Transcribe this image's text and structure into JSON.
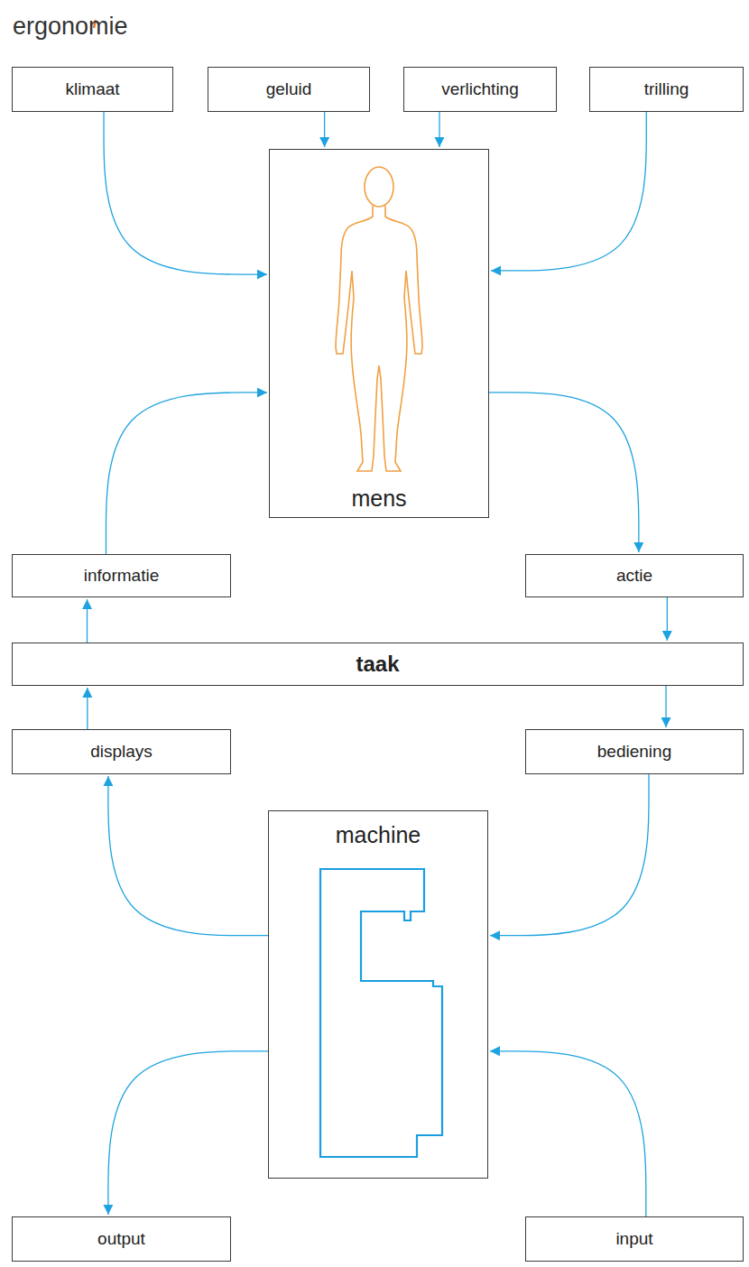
{
  "diagram": {
    "title": "ergonomie",
    "nodes": [
      {
        "text": [
          "klimaat"
        ]
      },
      {
        "text": [
          "geluid"
        ]
      },
      {
        "text": [
          "verlichting"
        ]
      },
      {
        "text": [
          "trilling"
        ]
      },
      {
        "text": [
          "mens"
        ]
      },
      {
        "text": [
          "informatie"
        ]
      },
      {
        "text": [
          "actie"
        ]
      },
      {
        "text": [
          "taak"
        ]
      },
      {
        "text": [
          "displays"
        ]
      },
      {
        "text": [
          "bediening"
        ]
      },
      {
        "text": [
          "machine"
        ]
      },
      {
        "text": [
          "output"
        ]
      },
      {
        "text": [
          "input"
        ]
      }
    ],
    "edges": [
      {
        "from": 0,
        "to": 4,
        "arrow": "to"
      },
      {
        "from": 1,
        "to": 4,
        "arrow": "to"
      },
      {
        "from": 2,
        "to": 4,
        "arrow": "to"
      },
      {
        "from": 3,
        "to": 4,
        "arrow": "to"
      },
      {
        "from": 4,
        "to": 6,
        "arrow": "to"
      },
      {
        "from": 6,
        "to": 7,
        "arrow": "to"
      },
      {
        "from": 7,
        "to": 9,
        "arrow": "to"
      },
      {
        "from": 9,
        "to": 10,
        "arrow": "to"
      },
      {
        "from": 10,
        "to": 8,
        "arrow": "to"
      },
      {
        "from": 8,
        "to": 7,
        "arrow": "to"
      },
      {
        "from": 7,
        "to": 5,
        "arrow": "to"
      },
      {
        "from": 5,
        "to": 4,
        "arrow": "to"
      },
      {
        "from": 10,
        "to": 11,
        "arrow": "to"
      },
      {
        "from": 12,
        "to": 10,
        "arrow": "to"
      }
    ]
  }
}
